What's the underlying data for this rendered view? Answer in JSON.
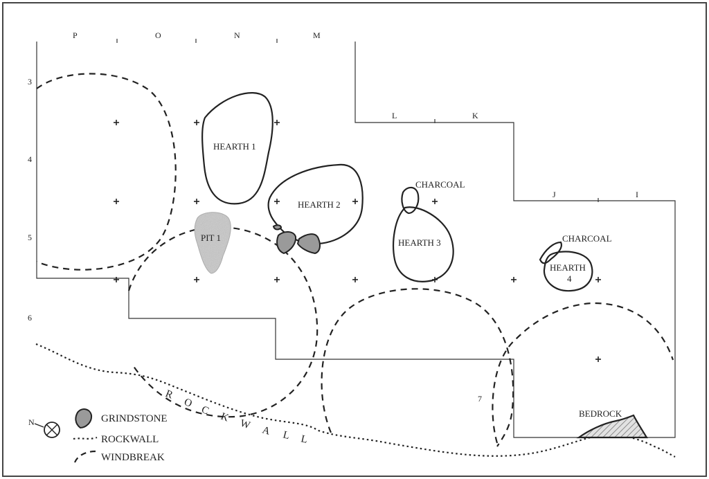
{
  "grid_columns": {
    "top": [
      "P",
      "O",
      "N",
      "M"
    ],
    "mid": [
      "L",
      "K"
    ],
    "right": [
      "J",
      "I"
    ]
  },
  "grid_rows": [
    "3",
    "4",
    "5",
    "6",
    "7"
  ],
  "features": {
    "hearth1": "HEARTH 1",
    "hearth2": "HEARTH 2",
    "hearth3": "HEARTH 3",
    "hearth4_line1": "HEARTH",
    "hearth4_line2": "4",
    "pit1": "PIT 1",
    "charcoal_a": "CHARCOAL",
    "charcoal_b": "CHARCOAL",
    "bedrock": "BEDROCK"
  },
  "rockwall_letters": [
    "R",
    "O",
    "C",
    "K",
    "W",
    "A",
    "L",
    "L"
  ],
  "north_label": "N",
  "legend": {
    "grindstone": "GRINDSTONE",
    "rockwall": "ROCKWALL",
    "windbreak": "WINDBREAK"
  },
  "colors": {
    "grindstone_fill": "#9a9a9a",
    "pit_fill": "#c8c8c8",
    "bedrock_hatch": "#8a8a8a"
  }
}
